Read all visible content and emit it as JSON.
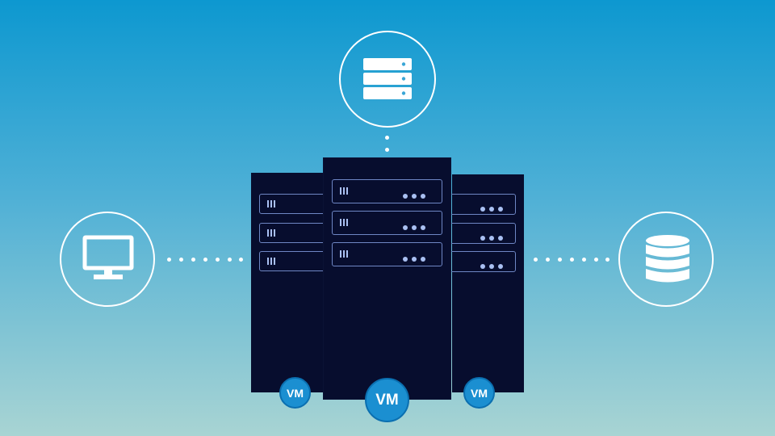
{
  "colors": {
    "background_top": "#0d98d0",
    "background_bottom": "#a8d4d3",
    "server_body": "#070d2e",
    "slot_border": "#6e86c4",
    "vm_badge": "#1b8fd1",
    "icon": "#ffffff"
  },
  "nodes": {
    "top": {
      "icon": "server-stack-icon"
    },
    "left": {
      "icon": "desktop-monitor-icon"
    },
    "right": {
      "icon": "database-icon"
    }
  },
  "servers": {
    "left": {
      "vm_label": "VM",
      "slot_count": 3
    },
    "center": {
      "vm_label": "VM",
      "slot_count": 3
    },
    "right": {
      "vm_label": "VM",
      "slot_count": 3
    }
  }
}
